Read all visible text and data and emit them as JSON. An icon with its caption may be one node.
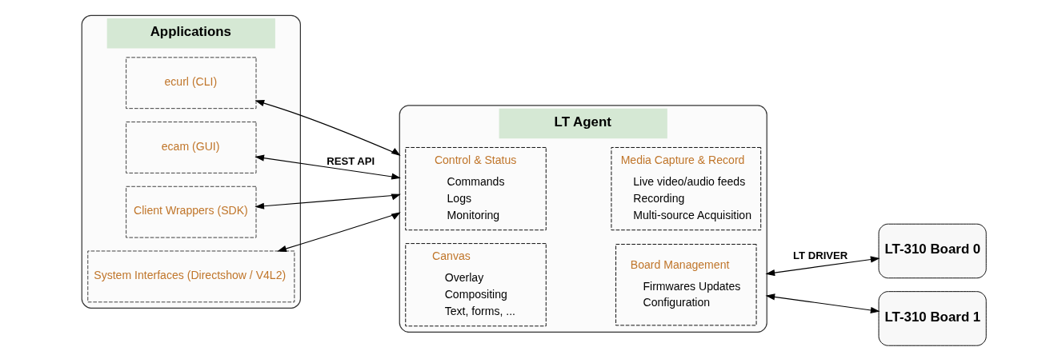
{
  "diagram": {
    "nodes": [
      {
        "text": [
          "Applications"
        ]
      },
      {
        "text": [
          "ecurl (CLI)"
        ],
        "in": 0
      },
      {
        "text": [
          "ecam (GUI)"
        ],
        "in": 0
      },
      {
        "text": [
          "Client Wrappers (SDK)"
        ],
        "in": 0
      },
      {
        "text": [
          "System Interfaces (Directshow / V4L2)"
        ],
        "in": 0
      },
      {
        "text": [
          "LT Agent"
        ]
      },
      {
        "text": [
          "Control & Status",
          "Commands",
          "Logs",
          "Monitoring"
        ],
        "in": 5
      },
      {
        "text": [
          "Media Capture & Record",
          "Live video/audio feeds",
          "Recording",
          "Multi-source Acquisition"
        ],
        "in": 5
      },
      {
        "text": [
          "Canvas",
          "Overlay",
          "Compositing",
          "Text, forms, ..."
        ],
        "in": 5
      },
      {
        "text": [
          "Board Management",
          "Firmwares Updates",
          "Configuration"
        ],
        "in": 5
      },
      {
        "text": [
          "LT-310 Board 0"
        ]
      },
      {
        "text": [
          "LT-310 Board 1"
        ]
      }
    ],
    "edges": [
      {
        "from": 1,
        "to": 5,
        "arrow": "both"
      },
      {
        "from": 2,
        "to": 5,
        "arrow": "both",
        "label": "REST API"
      },
      {
        "from": 3,
        "to": 5,
        "arrow": "both"
      },
      {
        "from": 4,
        "to": 5,
        "arrow": "both"
      },
      {
        "from": 5,
        "to": 10,
        "arrow": "both",
        "label": "LT DRIVER"
      },
      {
        "from": 5,
        "to": 11,
        "arrow": "both"
      }
    ]
  }
}
